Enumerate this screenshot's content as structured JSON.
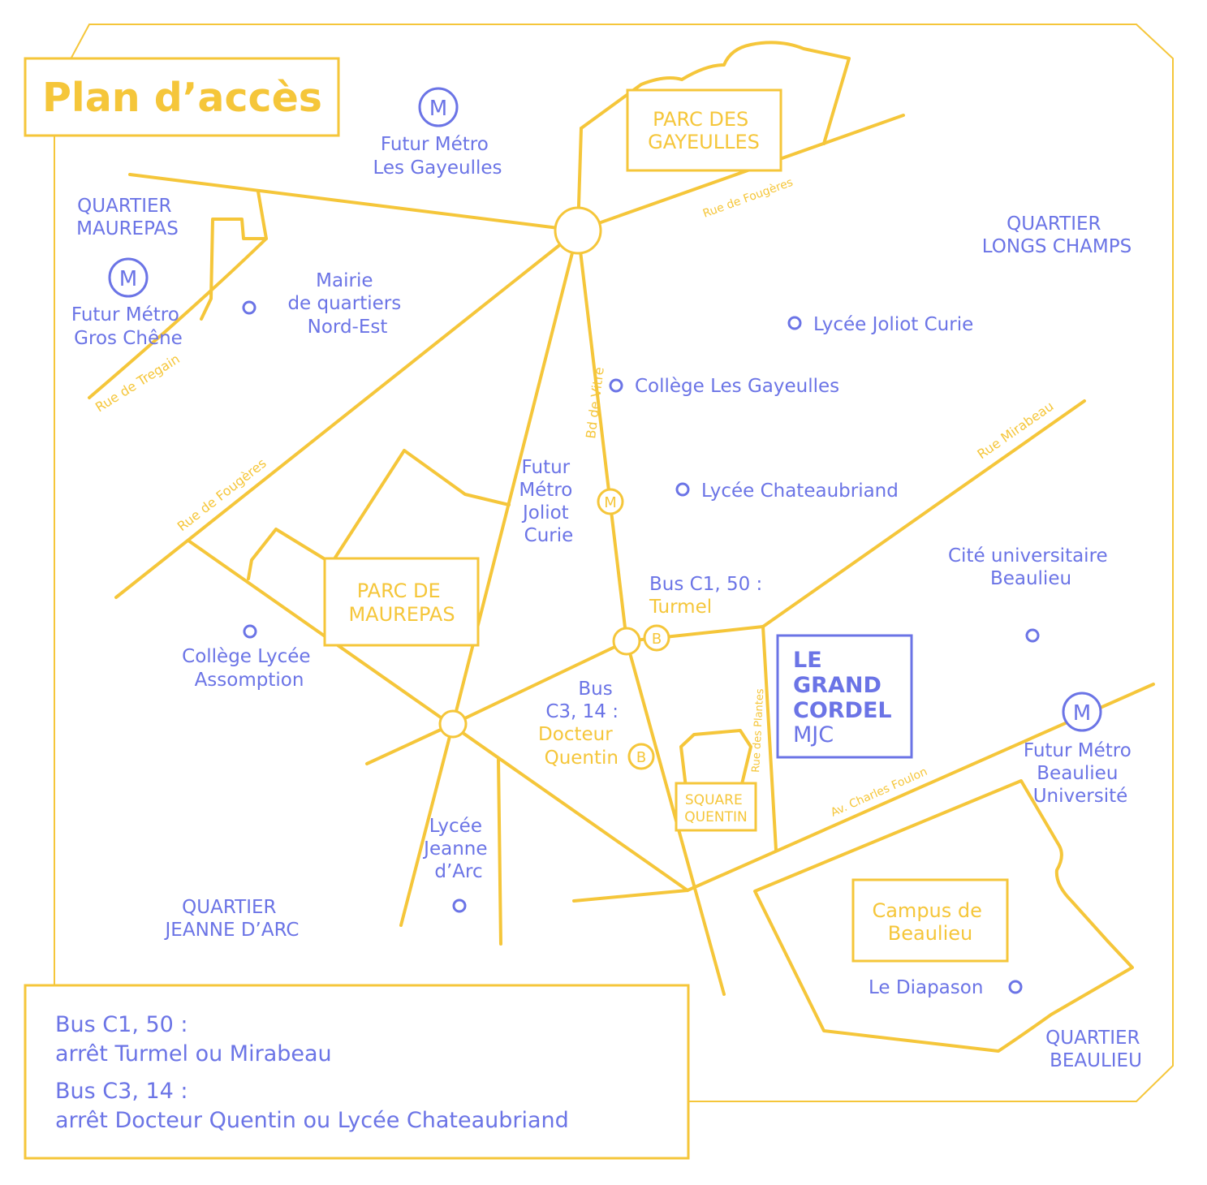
{
  "title": "Plan d’accès",
  "parks": {
    "gayeulles": [
      "PARC DES",
      "GAYEULLES"
    ],
    "maurepas": [
      "PARC DE",
      "MAUREPAS"
    ],
    "square_quentin": [
      "SQUARE",
      "QUENTIN"
    ],
    "campus": [
      "Campus de",
      "Beaulieu"
    ]
  },
  "districts": {
    "maurepas": [
      "QUARTIER",
      "MAUREPAS"
    ],
    "longs_champs": [
      "QUARTIER",
      "LONGS CHAMPS"
    ],
    "jeanne_darc": [
      "QUARTIER",
      "JEANNE D’ARC"
    ],
    "beaulieu": [
      "QUARTIER",
      "BEAULIEU"
    ]
  },
  "metro": {
    "symbol": "M",
    "gayeulles": [
      "Futur Métro",
      "Les Gayeulles"
    ],
    "gros_chene": [
      "Futur Métro",
      "Gros Chêne"
    ],
    "joliot_curie": [
      "Futur",
      "Métro",
      "Joliot",
      "Curie"
    ],
    "beaulieu": [
      "Futur Métro",
      "Beaulieu",
      "Université"
    ]
  },
  "places": {
    "mairie": [
      "Mairie",
      "de quartiers",
      "Nord-Est"
    ],
    "lycee_joliot": "Lycée Joliot Curie",
    "college_gayeulles": "Collège Les Gayeulles",
    "lycee_chateaubriand": "Lycée Chateaubriand",
    "cite_u": [
      "Cité universitaire",
      "Beaulieu"
    ],
    "assomption": [
      "Collège Lycée",
      "Assomption"
    ],
    "jeanne_arc": [
      "Lycée",
      "Jeanne",
      "d’Arc"
    ],
    "diapason": "Le Diapason"
  },
  "bus": {
    "symbol": "B",
    "turmel_lines": "Bus C1, 50 :",
    "turmel_stop": "Turmel",
    "quentin_lines": [
      "Bus",
      "C3, 14 :"
    ],
    "quentin_stop": [
      "Docteur",
      "Quentin"
    ]
  },
  "streets": {
    "fougeres_ne": "Rue de Fougères",
    "fougeres_sw": "Rue de Fougères",
    "tregain": "Rue de Tregain",
    "vitre": "Bd de Vitré",
    "mirabeau": "Rue Mirabeau",
    "plantes": "Rue des Plantes",
    "foulon": "Av. Charles Foulon"
  },
  "venue": {
    "lines": [
      "LE",
      "GRAND",
      "CORDEL",
      "MJC"
    ]
  },
  "legend": [
    {
      "heading": "Bus C1, 50 :",
      "detail": "arrêt Turmel ou Mirabeau"
    },
    {
      "heading": "Bus C3, 14 :",
      "detail": "arrêt Docteur Quentin ou Lycée Chateaubriand"
    }
  ],
  "colors": {
    "roads": "#f5c63a",
    "labels": "#6b74e6",
    "background": "#ffffff"
  }
}
